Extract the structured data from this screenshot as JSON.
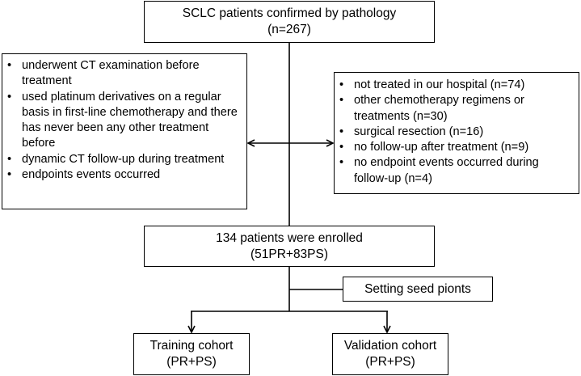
{
  "nodes": {
    "top": {
      "line1": "SCLC patients confirmed by pathology",
      "line2": "(n=267)"
    },
    "inclusion": {
      "items": [
        "underwent CT examination before treatment",
        "used platinum derivatives on a regular basis in first-line chemotherapy and there has never been any other treatment before",
        "dynamic CT follow-up during treatment",
        "endpoints events occurred"
      ]
    },
    "exclusion": {
      "items": [
        "not treated in our hospital (n=74)",
        "other chemotherapy regimens or treatments (n=30)",
        "surgical resection (n=16)",
        "no follow-up after treatment (n=9)",
        "no endpoint events occurred during follow-up (n=4)"
      ]
    },
    "enrolled": {
      "line1": "134 patients were enrolled",
      "line2": "(51PR+83PS)"
    },
    "seed": {
      "label": "Setting seed pionts"
    },
    "training": {
      "line1": "Training cohort",
      "line2": "(PR+PS)"
    },
    "validation": {
      "line1": "Validation cohort",
      "line2": "(PR+PS)"
    }
  },
  "colors": {
    "stroke": "#000000",
    "background": "#ffffff"
  }
}
